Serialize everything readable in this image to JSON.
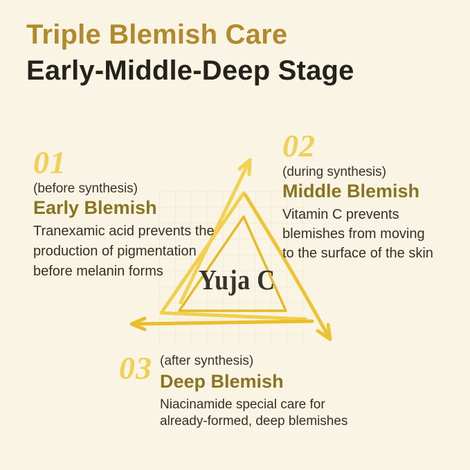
{
  "header": {
    "title_accent": "Triple Blemish Care",
    "title_main": "Early-Middle-Deep Stage"
  },
  "diagram": {
    "center_label": "Yuja C"
  },
  "stages": [
    {
      "number": "01",
      "phase": "(before synthesis)",
      "name": "Early Blemish",
      "lines": [
        "Tranexamic acid prevents the",
        "production of pigmentation",
        "before melanin forms"
      ]
    },
    {
      "number": "02",
      "phase": "(during synthesis)",
      "name": "Middle Blemish",
      "lines": [
        "Vitamin C prevents",
        "blemishes from moving",
        "to the surface of the skin"
      ]
    },
    {
      "number": "03",
      "phase": "(after synthesis)",
      "name": "Deep Blemish",
      "lines": [
        "Niacinamide special care for",
        "already-formed, deep blemishes"
      ]
    }
  ],
  "colors": {
    "background": "#f9f4e3",
    "title_accent": "#b08a2c",
    "title_main": "#25221d",
    "stage_number_yellow": "#f0cf5a",
    "stage_name_olive": "#8a7323",
    "phase_text": "#36332a",
    "body_text": "#333025",
    "arrow_yellow": "#eec53a",
    "outer_triangle": "#f1cf4d",
    "inner_triangle": "#e6b92b",
    "grid_line": "#d8cfb6",
    "center_label_text": "#35332b"
  }
}
